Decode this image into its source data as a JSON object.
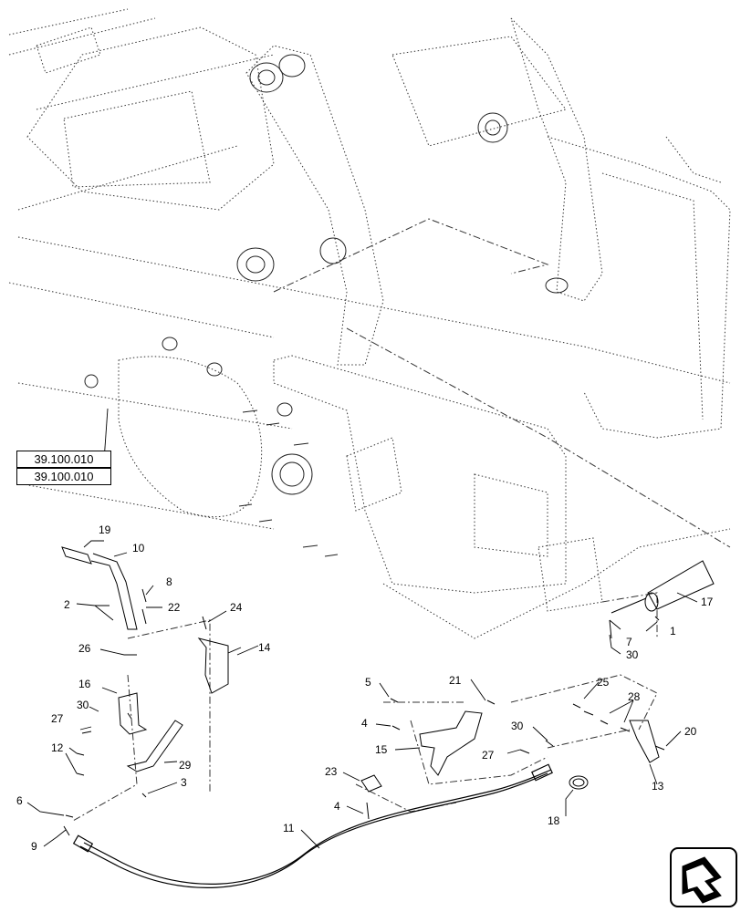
{
  "references": [
    {
      "id": "ref1",
      "label": "39.100.010"
    },
    {
      "id": "ref2",
      "label": "39.100.010"
    }
  ],
  "callouts": {
    "c1": "1",
    "c2": "2",
    "c3": "3",
    "c4a": "4",
    "c4b": "4",
    "c5": "5",
    "c6": "6",
    "c7": "7",
    "c8": "8",
    "c9": "9",
    "c10": "10",
    "c11": "11",
    "c12": "12",
    "c13": "13",
    "c14": "14",
    "c15": "15",
    "c16": "16",
    "c17": "17",
    "c18": "18",
    "c19": "19",
    "c20": "20",
    "c21": "21",
    "c22": "22",
    "c23": "23",
    "c24": "24",
    "c25": "25",
    "c26": "26",
    "c27a": "27",
    "c27b": "27",
    "c28": "28",
    "c29": "29",
    "c30a": "30",
    "c30b": "30",
    "c30c": "30"
  },
  "icons": {
    "nav": "next-page-arrow-icon"
  }
}
